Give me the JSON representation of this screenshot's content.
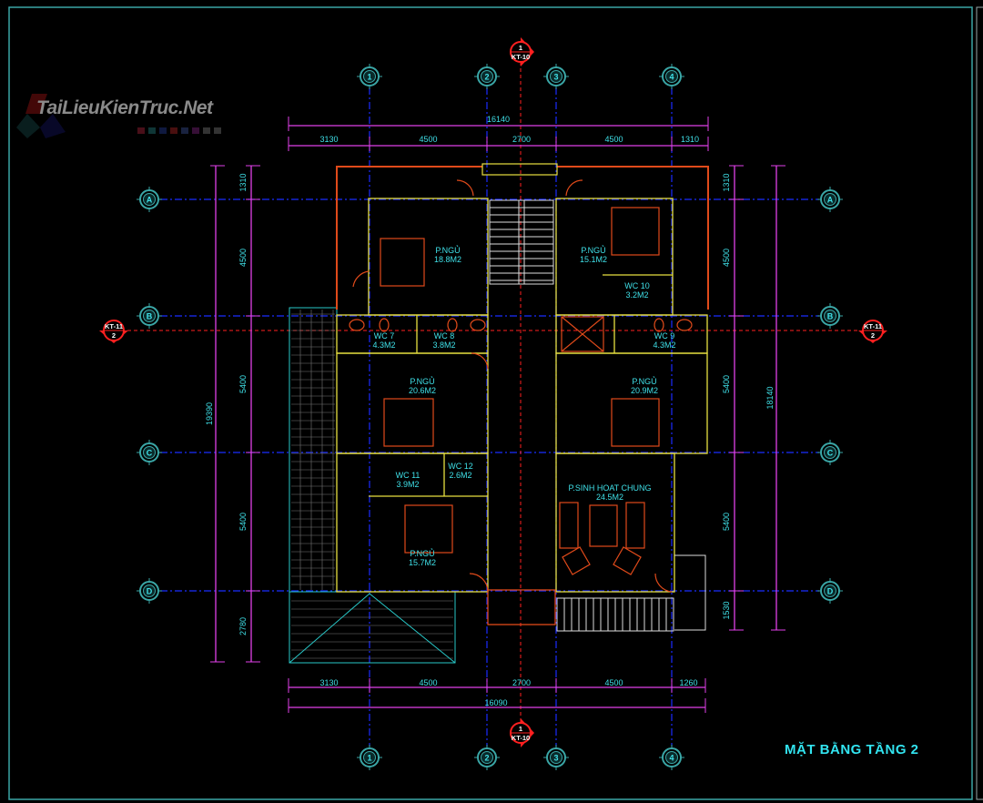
{
  "logo": {
    "text": "TaiLieuKienTruc.Net"
  },
  "drawing_title": "MẶT BẰNG TẦNG 2",
  "grid": {
    "columns": [
      "1",
      "2",
      "3",
      "4"
    ],
    "rows": [
      "A",
      "B",
      "C",
      "D"
    ]
  },
  "section_marks": {
    "vertical": {
      "number": "1",
      "sheet": "KT-10"
    },
    "horizontal": {
      "number": "2",
      "sheet": "KT-11"
    }
  },
  "dimensions": {
    "top": {
      "total": "16140",
      "segments": [
        "3130",
        "4500",
        "2700",
        "4500",
        "1310"
      ]
    },
    "bottom": {
      "total": "16090",
      "segments": [
        "3130",
        "4500",
        "2700",
        "4500",
        "1260"
      ]
    },
    "left": {
      "total": "19390",
      "segments": [
        "1310",
        "4500",
        "5400",
        "5400",
        "2780"
      ]
    },
    "right": {
      "total": "18140",
      "segments": [
        "1310",
        "4500",
        "5400",
        "5400",
        "1530"
      ]
    }
  },
  "rooms": [
    {
      "name": "P.NGỦ",
      "area": "18.8M2"
    },
    {
      "name": "P.NGỦ",
      "area": "15.1M2"
    },
    {
      "name": "WC 10",
      "area": "3.2M2"
    },
    {
      "name": "WC 7",
      "area": "4.3M2"
    },
    {
      "name": "WC 8",
      "area": "3.8M2"
    },
    {
      "name": "WC 9",
      "area": "4.3M2"
    },
    {
      "name": "P.NGỦ",
      "area": "20.6M2"
    },
    {
      "name": "P.NGỦ",
      "area": "20.9M2"
    },
    {
      "name": "WC 11",
      "area": "3.9M2"
    },
    {
      "name": "WC 12",
      "area": "2.6M2"
    },
    {
      "name": "P.SINH HOAT CHUNG",
      "area": "24.5M2"
    },
    {
      "name": "P.NGỦ",
      "area": "15.7M2"
    }
  ],
  "colors": {
    "grid": "#1a2cff",
    "dim": "#e040e8",
    "wall": "#e8e040",
    "furniture": "#e04a1a",
    "section": "#ff2020",
    "text": "#3fe0e8",
    "frame": "#3aa6a6"
  }
}
